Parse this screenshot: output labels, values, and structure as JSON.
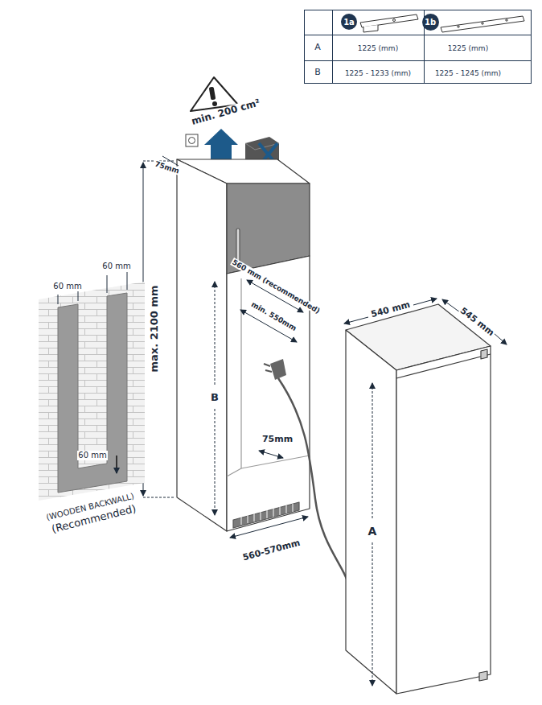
{
  "diagram": {
    "nodes": [
      {
        "text": [
          "1a"
        ]
      },
      {
        "text": [
          "1b"
        ]
      }
    ],
    "labels": [
      "A",
      "1225 (mm)",
      "1225 (mm)",
      "B",
      "1225 - 1233 (mm)",
      "1225 - 1245 (mm)",
      "min. 200 cm²",
      "75mm",
      "max. 2100 mm",
      "60 mm",
      "60 mm",
      "60 mm",
      "(WOODEN BACKWALL)",
      "(Recommended)",
      "560 mm (recommended)",
      "min. 550mm",
      "B",
      "75mm",
      "560-570mm",
      "540 mm",
      "545 mm",
      "A"
    ]
  }
}
